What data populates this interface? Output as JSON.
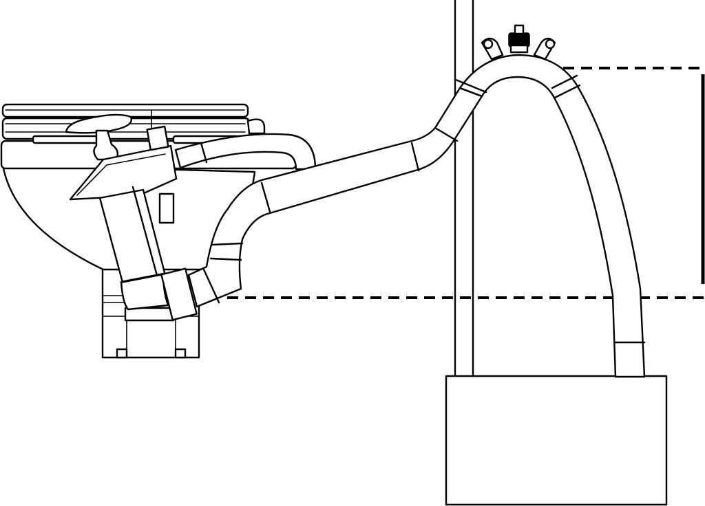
{
  "diagram": {
    "components": [
      {
        "id": "toilet",
        "icon": "marine-toilet-icon"
      },
      {
        "id": "pump-handle",
        "icon": "pump-handle-icon"
      },
      {
        "id": "discharge-hose",
        "icon": "hose-icon"
      },
      {
        "id": "vented-loop",
        "icon": "vented-loop-icon"
      },
      {
        "id": "vent-valve",
        "icon": "anti-siphon-valve-icon"
      },
      {
        "id": "holding-tank",
        "icon": "holding-tank-icon"
      },
      {
        "id": "bulkhead",
        "icon": "bulkhead-icon"
      }
    ],
    "reference_lines": [
      {
        "id": "loop-top-level",
        "style": "dashed"
      },
      {
        "id": "waterline-level",
        "style": "dashed"
      }
    ],
    "colors": {
      "stroke": "#000000",
      "background": "#ffffff"
    }
  }
}
